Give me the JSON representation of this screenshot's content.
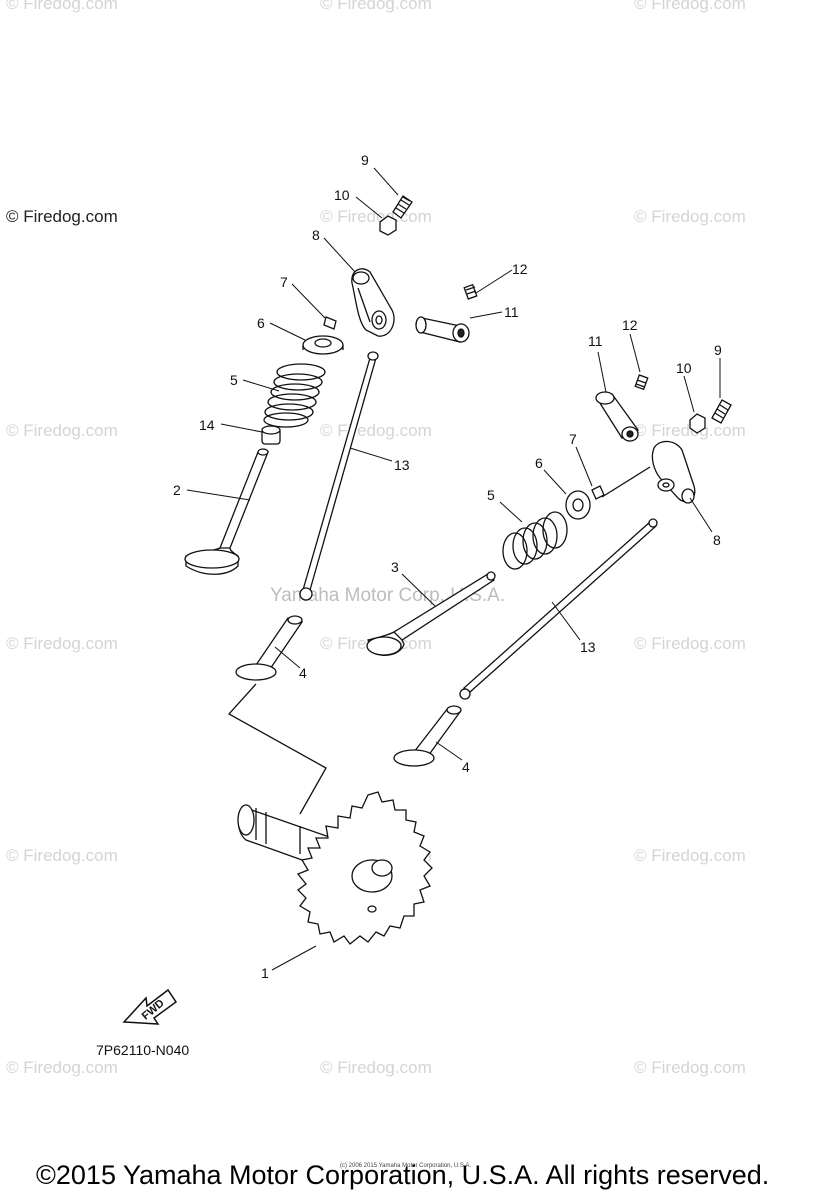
{
  "watermark": "© Firedog.com",
  "watermark_top": "© Firedog.com",
  "center_watermark": "Yamaha Motor Corp, U.S.A.",
  "callouts": {
    "c1": "1",
    "c2": "2",
    "c3": "3",
    "c4": "4",
    "c5": "5",
    "c6": "6",
    "c7": "7",
    "c8": "8",
    "c9": "9",
    "c10": "10",
    "c11": "11",
    "c12": "12",
    "c13": "13",
    "c14": "14"
  },
  "fwd_label": "FWD",
  "diagram_code": "7P62110-N040",
  "tiny_credit": "(c) 2006 2015 Yamaha Motor Corporation, U.S.A.",
  "copyright": "©2015 Yamaha Motor Corporation, U.S.A. All rights reserved."
}
